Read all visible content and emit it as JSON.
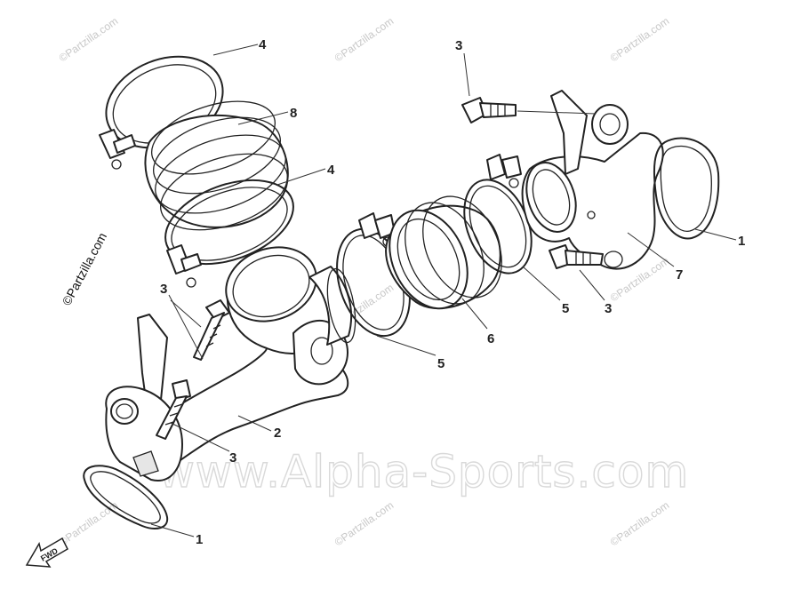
{
  "diagram": {
    "watermark_main": "www.Alpha-Sports.com",
    "watermark_small": "©Partzilla.com",
    "fwd_label": "FWD",
    "callouts": [
      {
        "id": "c-4-top",
        "label": "4"
      },
      {
        "id": "c-8",
        "label": "8"
      },
      {
        "id": "c-4-mid",
        "label": "4"
      },
      {
        "id": "c-3-top",
        "label": "3"
      },
      {
        "id": "c-1-right",
        "label": "1"
      },
      {
        "id": "c-7",
        "label": "7"
      },
      {
        "id": "c-3-right",
        "label": "3"
      },
      {
        "id": "c-5-right",
        "label": "5"
      },
      {
        "id": "c-6",
        "label": "6"
      },
      {
        "id": "c-5-mid",
        "label": "5"
      },
      {
        "id": "c-3-left",
        "label": "3"
      },
      {
        "id": "c-2",
        "label": "2"
      },
      {
        "id": "c-3-low",
        "label": "3"
      },
      {
        "id": "c-1-bottom",
        "label": "1"
      }
    ]
  }
}
